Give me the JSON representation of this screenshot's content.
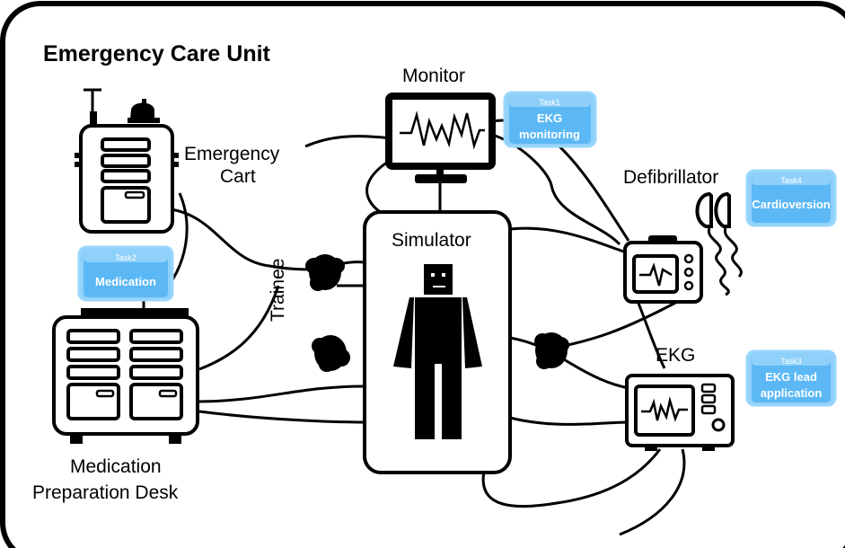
{
  "title": "Emergency Care Unit",
  "labels": {
    "monitor": "Monitor",
    "emergency_cart_line1": "Emergency",
    "emergency_cart_line2": "Cart",
    "defibrillator": "Defibrillator",
    "simulator": "Simulator",
    "trainee": "Trainee",
    "ekg": "EKG",
    "desk_line1": "Medication",
    "desk_line2": "Preparation Desk"
  },
  "tasks": [
    {
      "id": "Task1",
      "line1": "EKG",
      "line2": "monitoring"
    },
    {
      "id": "Task2",
      "line1": "Medication",
      "line2": ""
    },
    {
      "id": "Task3",
      "line1": "EKG lead",
      "line2": "application"
    },
    {
      "id": "Task4",
      "line1": "Cardioversion",
      "line2": ""
    }
  ],
  "colors": {
    "task_fill": "#5bb8f5",
    "task_header": "#8fd0fa",
    "task_border": "#9ad6fb",
    "line": "#000000"
  }
}
